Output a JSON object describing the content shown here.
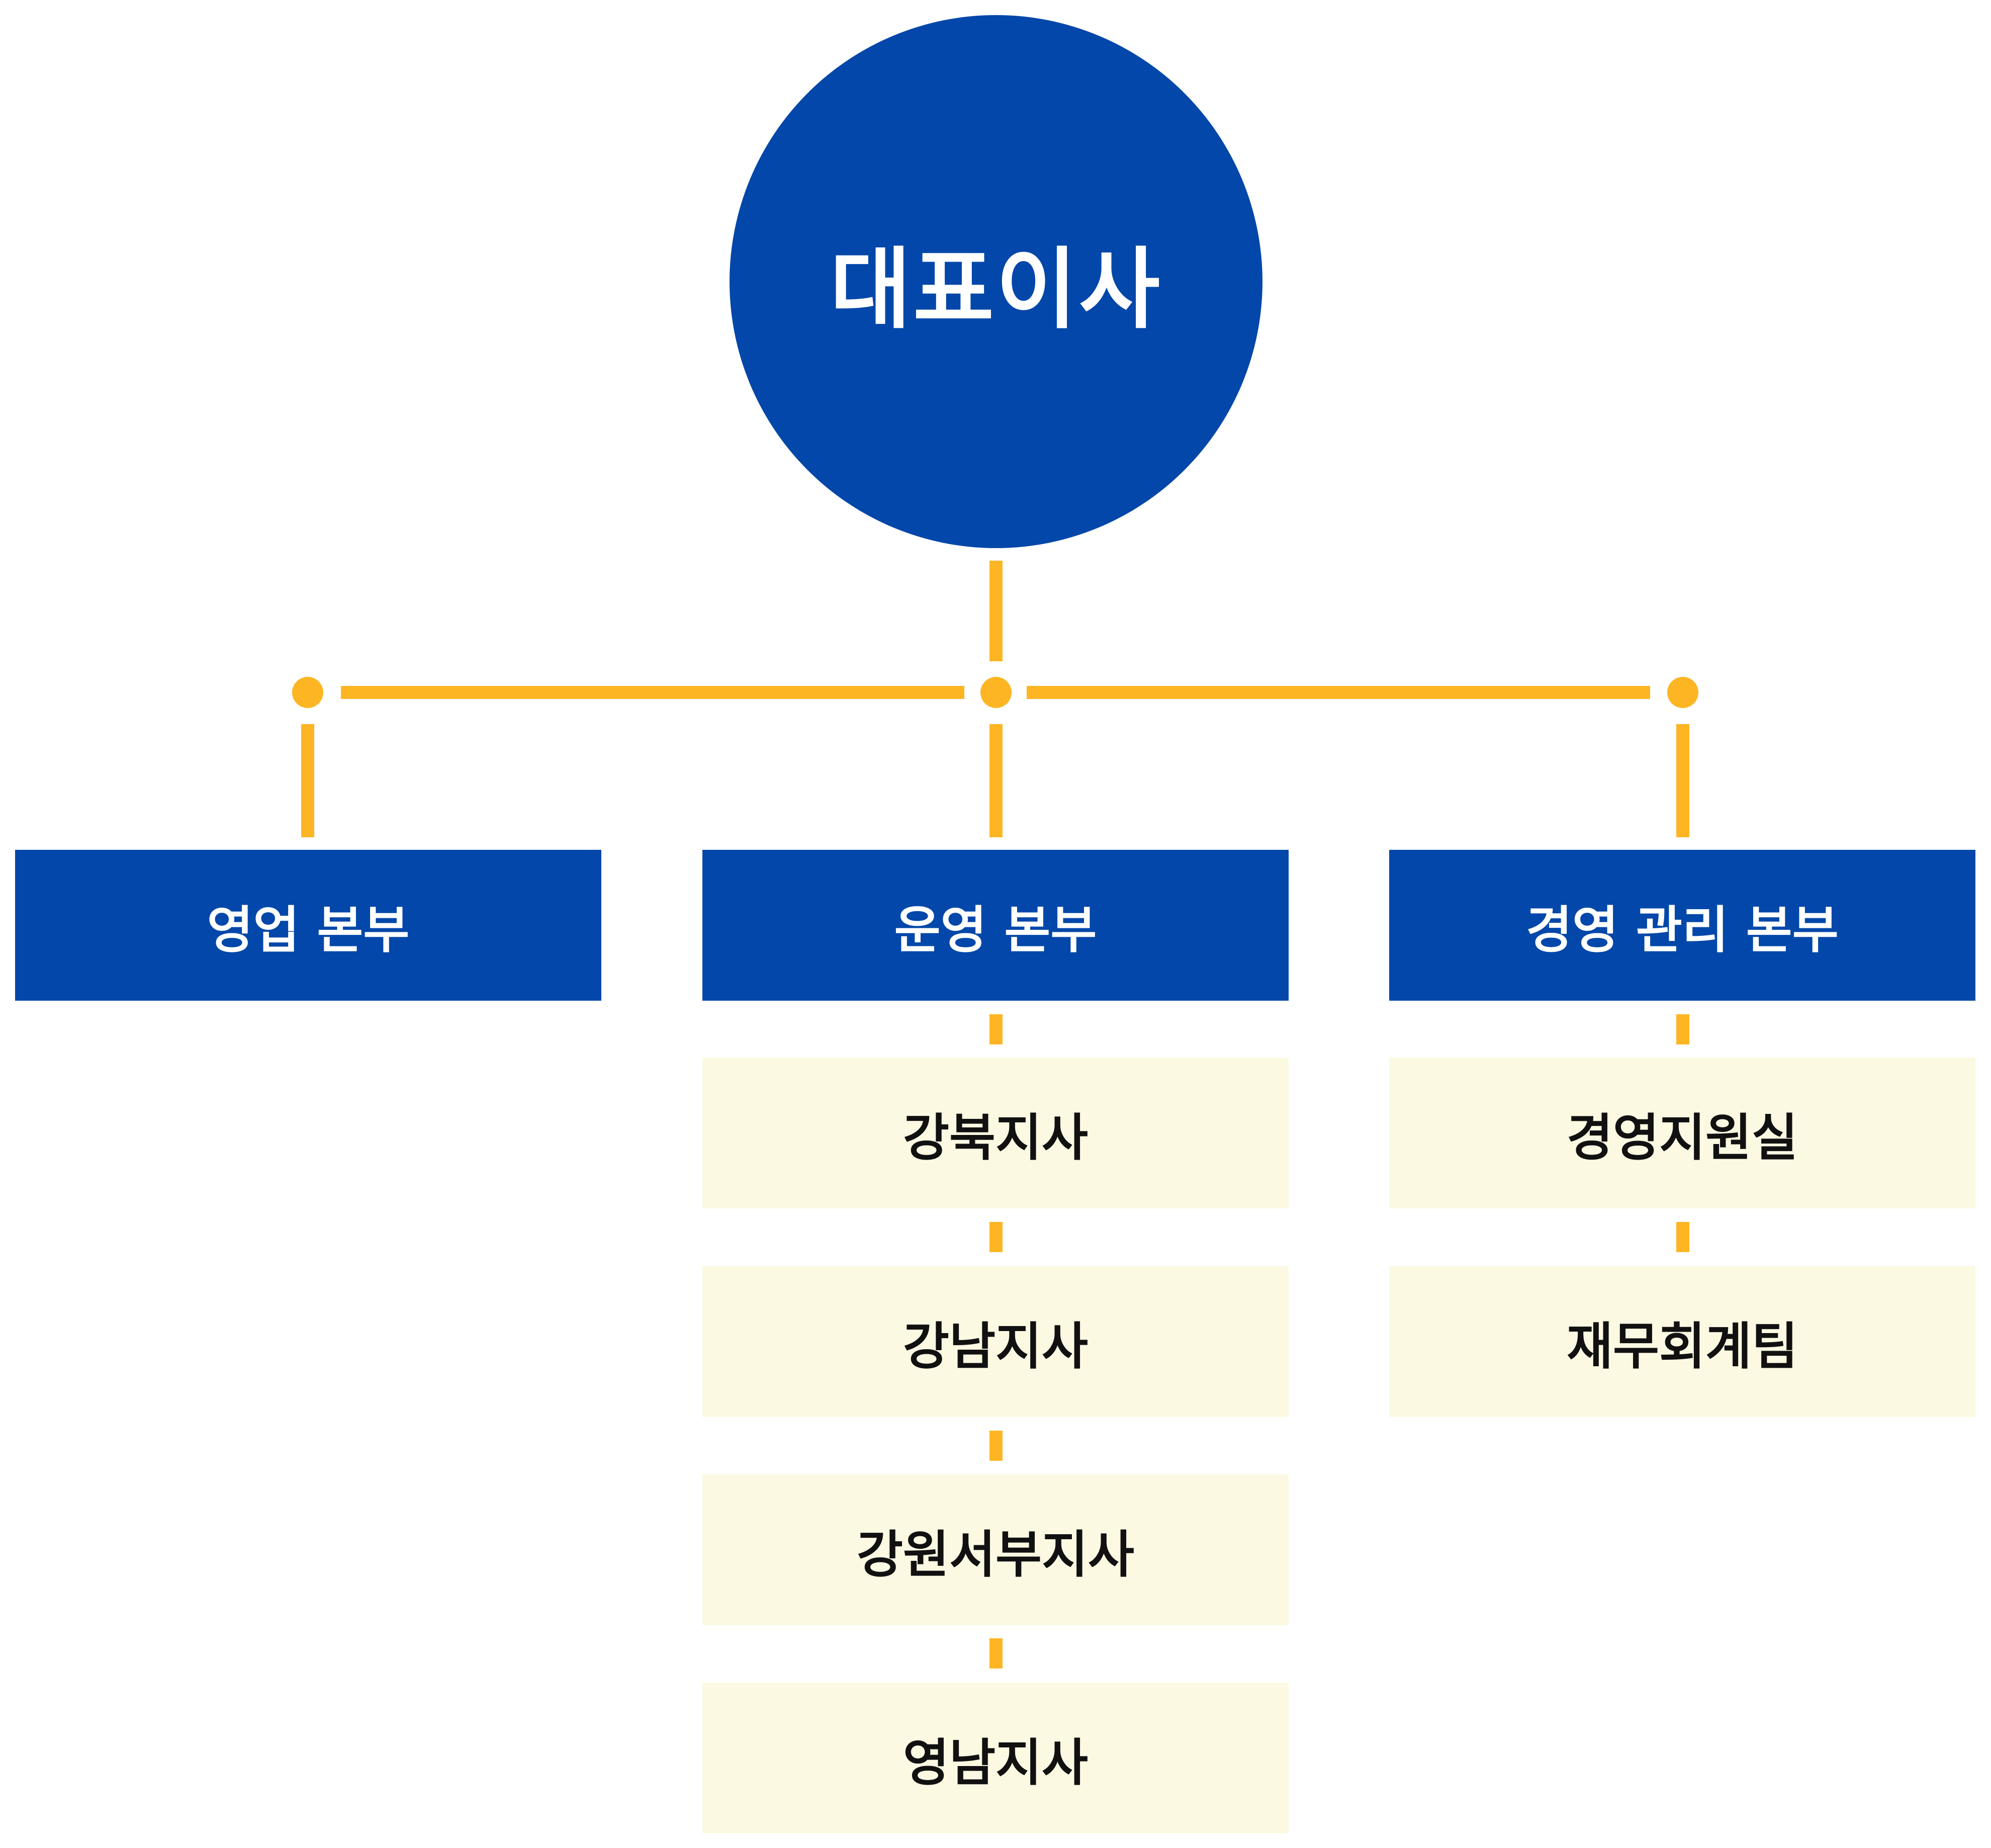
{
  "colors": {
    "primary": "#0247A9",
    "accent": "#FDB523",
    "sub_bg": "#FCF9E3",
    "sub_text": "#111111"
  },
  "ceo": {
    "label": "대표이사"
  },
  "divisions": [
    {
      "label": "영업 본부",
      "units": []
    },
    {
      "label": "운영 본부",
      "units": [
        "강북지사",
        "강남지사",
        "강원서부지사",
        "영남지사"
      ]
    },
    {
      "label": "경영 관리 본부",
      "units": [
        "경영지원실",
        "재무회계팀"
      ]
    }
  ]
}
